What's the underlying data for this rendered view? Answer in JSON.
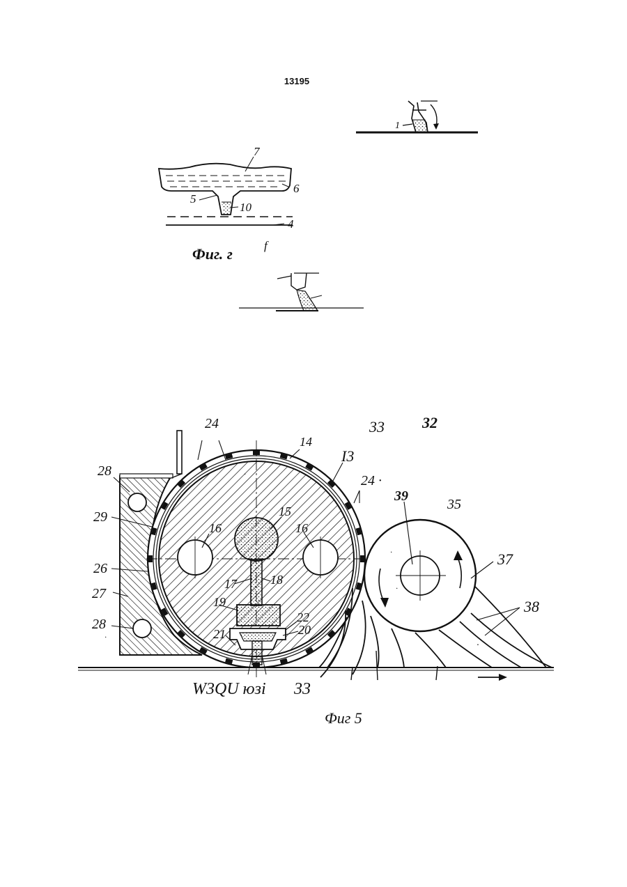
{
  "page": {
    "number": "13195"
  },
  "figure_g": {
    "caption": "Фиг. г",
    "labels": {
      "l7": "7",
      "l6": "6",
      "l5": "5",
      "l10": "10",
      "l4": "4"
    }
  },
  "inset_top": {
    "labels": {
      "l1": "1"
    }
  },
  "inset_f": {
    "mark": "f"
  },
  "figure_5": {
    "caption": "Фиг 5",
    "labels": {
      "l24a": "24",
      "l14": "14",
      "l13": "I3",
      "l24b": "24 ·",
      "l33top": "33",
      "l32": "32",
      "l28a": "28",
      "l29": "29",
      "l26": "26",
      "l27": "27",
      "l28b": "28",
      "l16a": "16",
      "l15": "15",
      "l16b": "16",
      "l17": "17",
      "l18": "18",
      "l19": "19",
      "l22": "22",
      "l20": "20",
      "l21": "21",
      "l39": "39",
      "l35": "35",
      "l37": "37",
      "l38": "38",
      "bottom_left": "W3QU юзі",
      "l33bottom": "33"
    }
  },
  "colors": {
    "ink": "#111111",
    "paper": "#ffffff"
  }
}
